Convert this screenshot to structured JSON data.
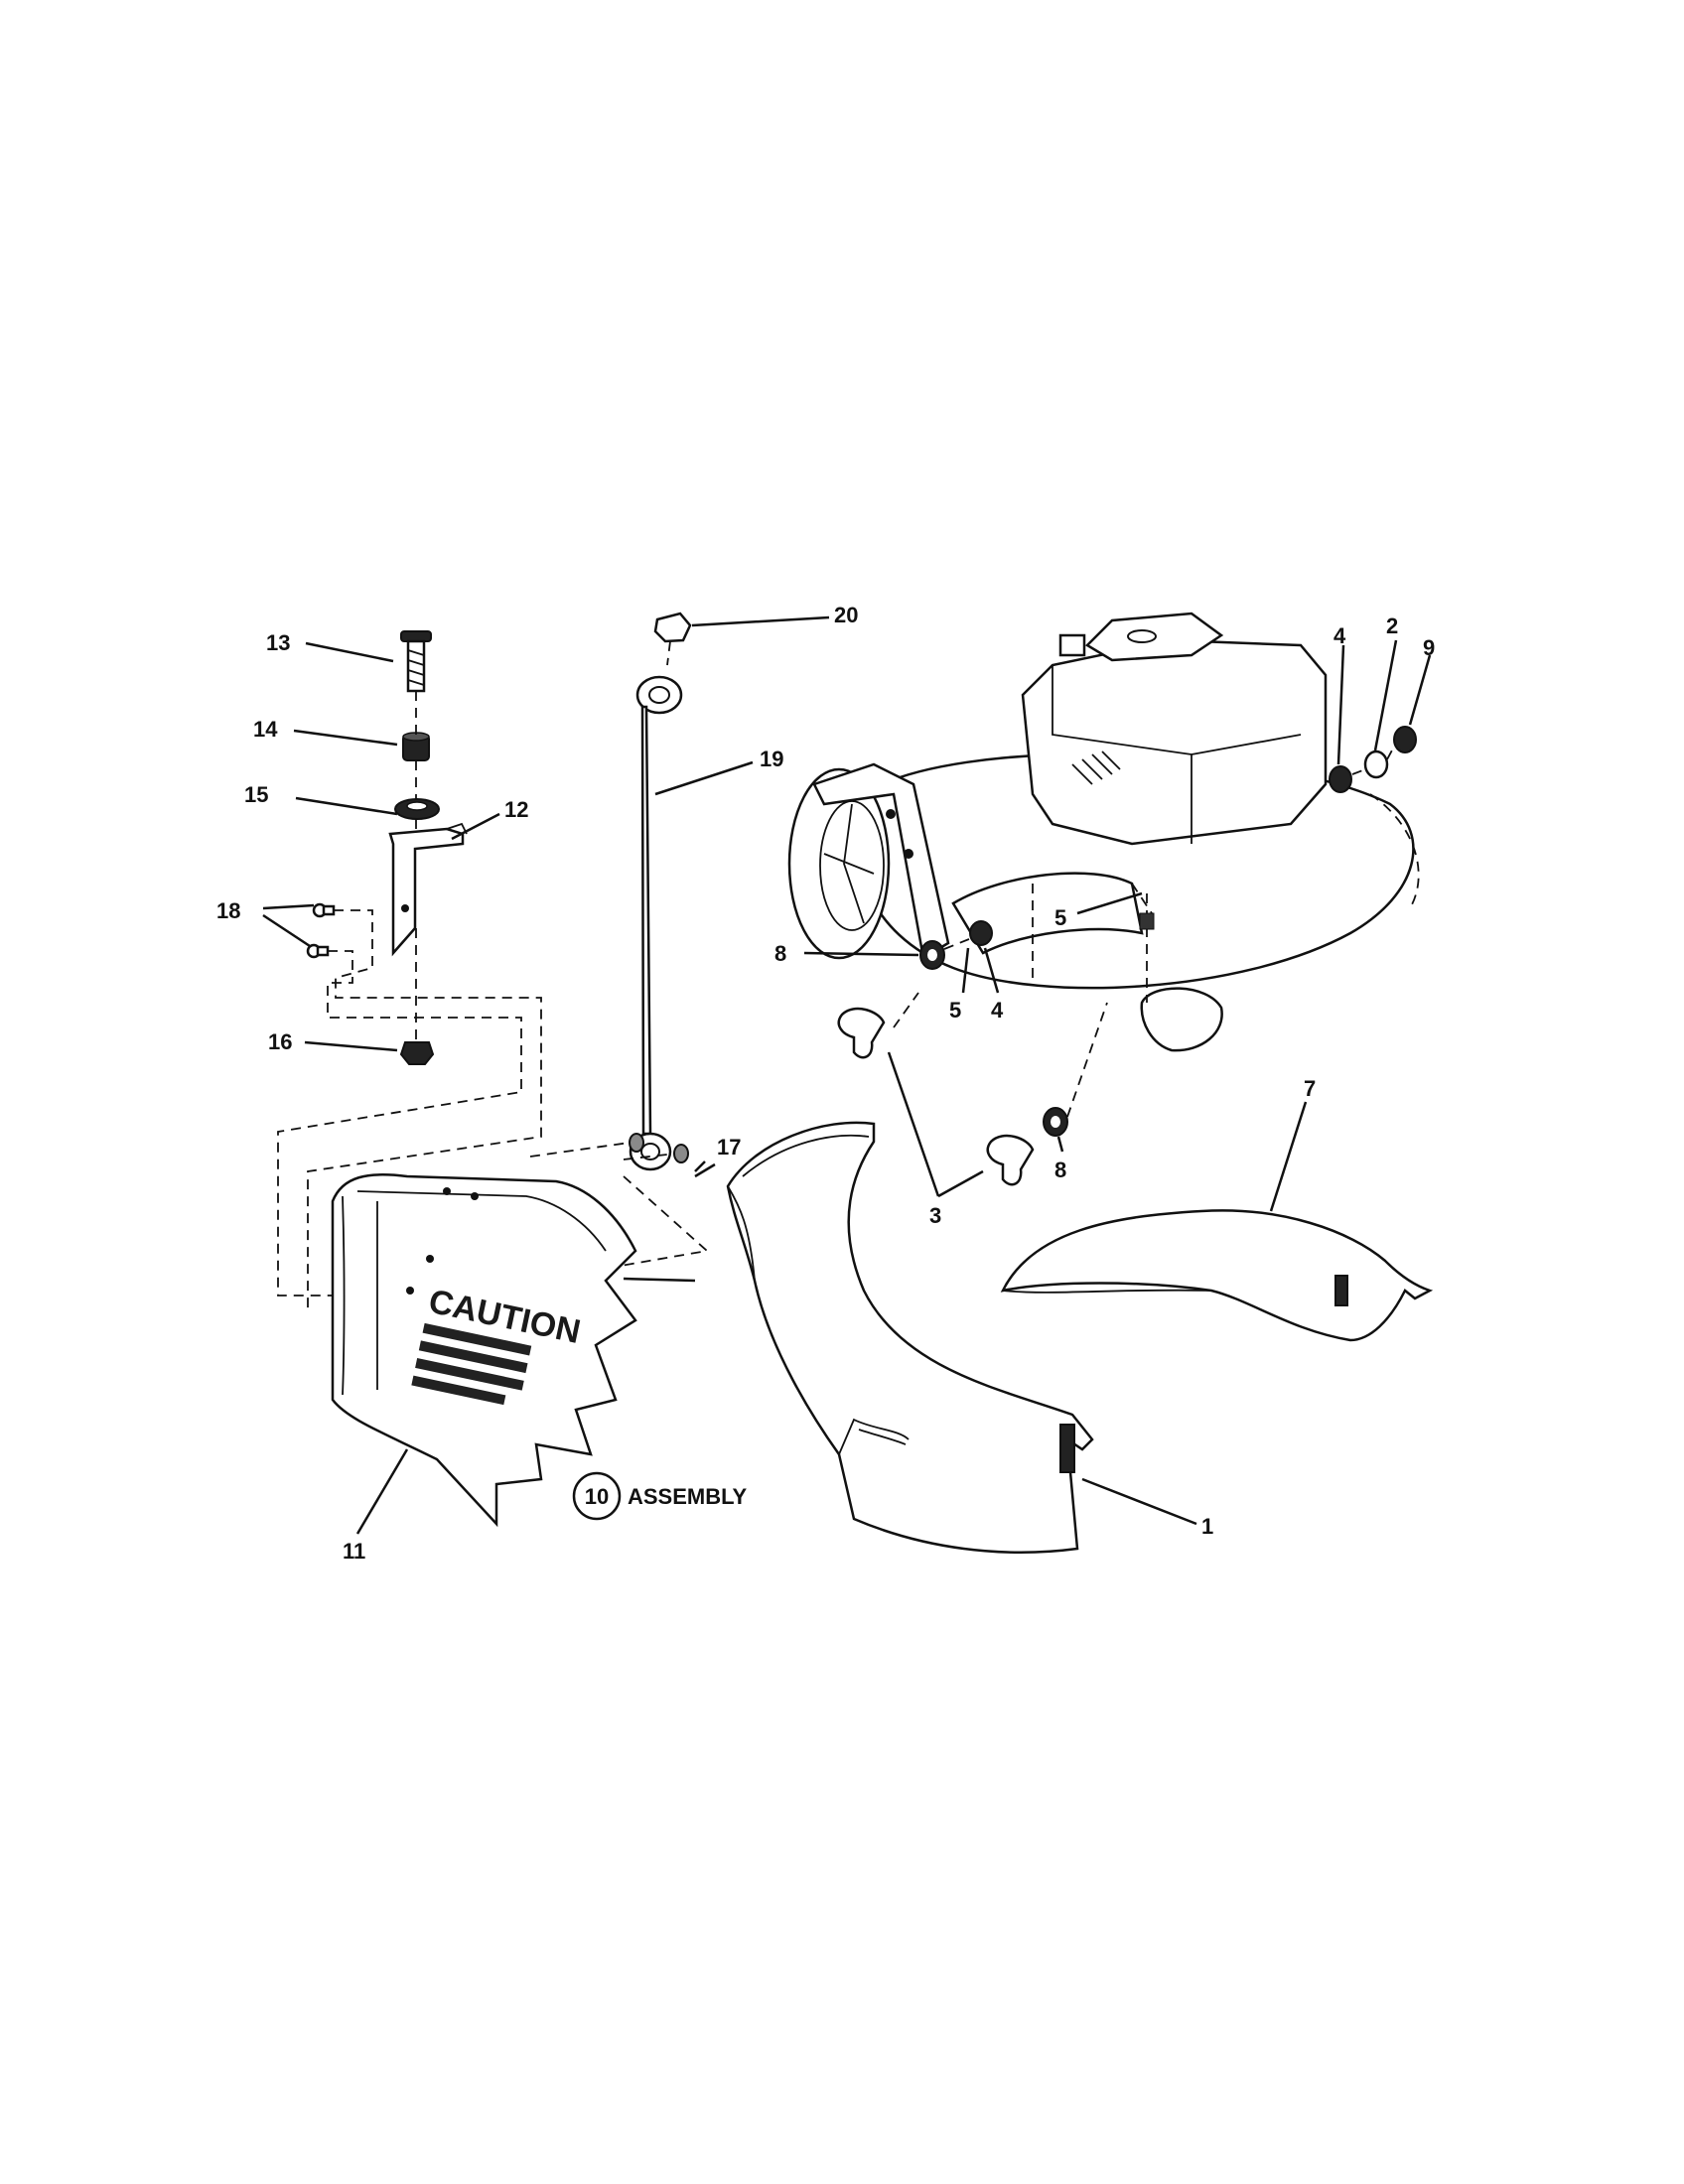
{
  "callouts": {
    "c1": "1",
    "c2": "2",
    "c3": "3",
    "c4a": "4",
    "c4b": "4",
    "c5a": "5",
    "c5b": "5",
    "c7": "7",
    "c8a": "8",
    "c8b": "8",
    "c9": "9",
    "c10": "10",
    "c11": "11",
    "c12": "12",
    "c13": "13",
    "c14": "14",
    "c15": "15",
    "c16": "16",
    "c17": "17",
    "c18": "18",
    "c19": "19",
    "c20": "20"
  },
  "assembly_label": "ASSEMBLY",
  "caution": {
    "heading": "CAUTION"
  }
}
